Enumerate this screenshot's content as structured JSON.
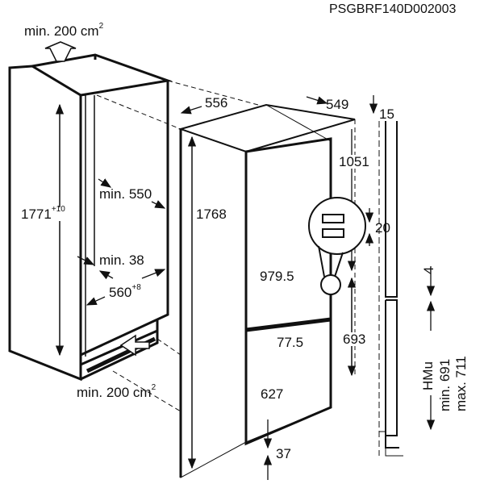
{
  "product_code": "PSGBRF140D002003",
  "cabinet": {
    "vent_top": {
      "text": "min. 200 cm",
      "sup": "2"
    },
    "vent_bottom": {
      "text": "min. 200 cm",
      "sup": "2"
    },
    "height": {
      "text": "1771",
      "sup": "+10"
    },
    "depth_min": "min. 550",
    "side_min": "min. 38",
    "width": {
      "text": "560",
      "sup": "+8"
    }
  },
  "appliance": {
    "width": "556",
    "depth": "549",
    "top_gap": "15",
    "height": "1768",
    "upper_door_top": "1051",
    "hinge_gap": "20",
    "upper_door": "979.5",
    "door_gap": "77.5",
    "lower_section": "693",
    "lower_door": "627",
    "bottom_gap": "37"
  },
  "furniture_door": {
    "gap": "4",
    "hmu_label": "HMu",
    "hmu_min": "min. 691",
    "hmu_max": "max. 711"
  }
}
